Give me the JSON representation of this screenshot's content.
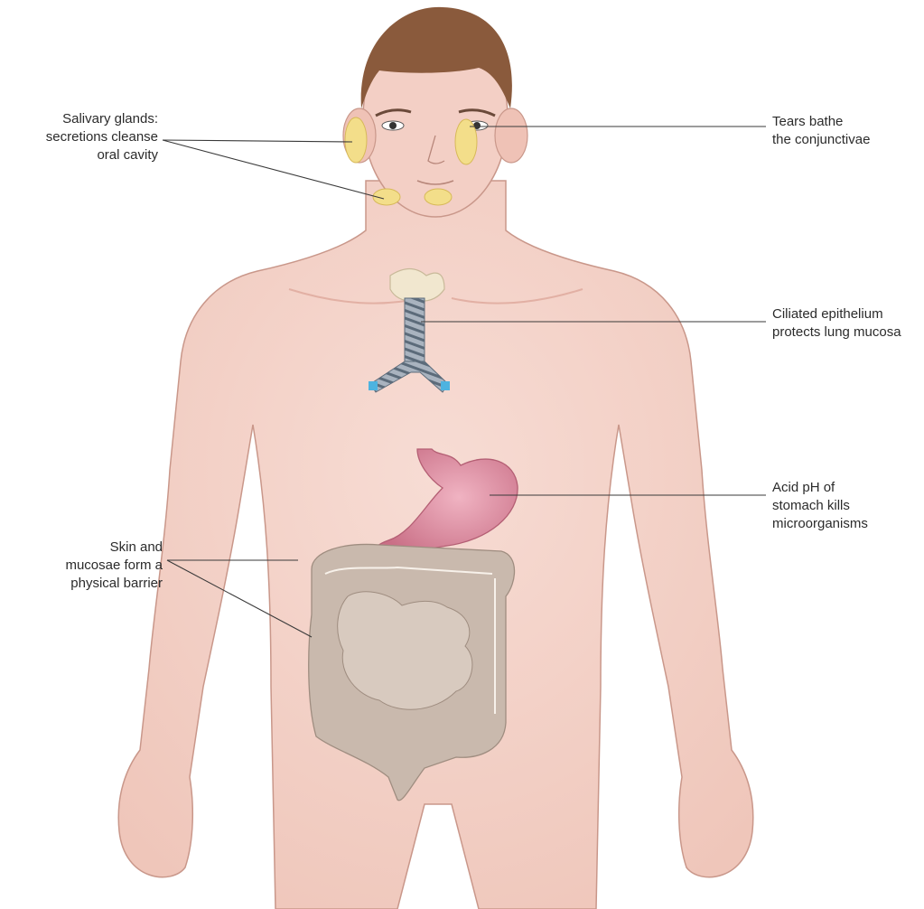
{
  "labels": {
    "salivary": "Salivary glands:\nsecretions cleanse\noral cavity",
    "tears": "Tears bathe\nthe conjunctivae",
    "ciliated": "Ciliated epithelium\nprotects lung mucosa",
    "acid": "Acid pH of\nstomach kills\nmicroorganisms",
    "skin": "Skin and\nmucosae form a\nphysical barrier"
  },
  "colors": {
    "skin": "#f3cfc5",
    "skin_outline": "#c9978a",
    "hair": "#8a5a3c",
    "gland": "#f3de8a",
    "stomach": "#d9899c",
    "intestine": "#c9b9ad",
    "trachea_ring": "#8a9aa8",
    "bronchi_accent": "#4db3e0",
    "larynx": "#f1e7cf"
  },
  "icons": [
    "human-body-figure",
    "salivary-gland-icon",
    "trachea-icon",
    "stomach-icon",
    "intestine-icon"
  ]
}
